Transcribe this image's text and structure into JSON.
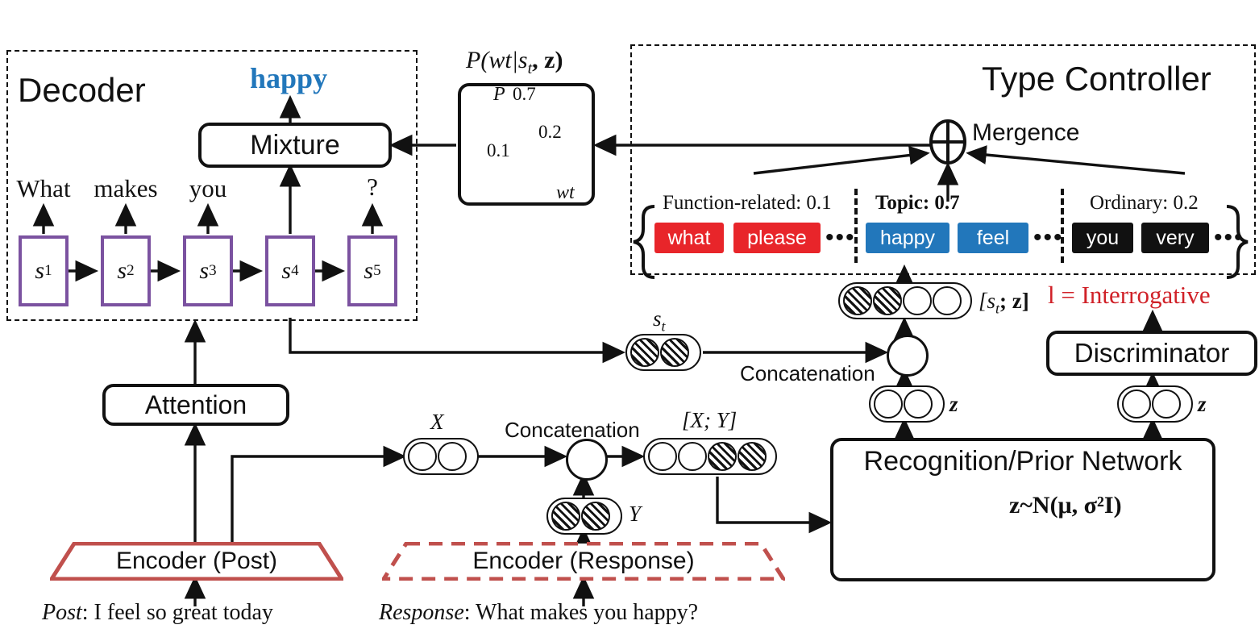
{
  "regions": {
    "decoder": {
      "title": "Decoder"
    },
    "type_controller": {
      "title": "Type Controller"
    }
  },
  "decoder": {
    "output_word": "happy",
    "mixture_label": "Mixture",
    "attention_label": "Attention",
    "cells": [
      {
        "label": "s",
        "sub": "1",
        "emit": "What"
      },
      {
        "label": "s",
        "sub": "2",
        "emit": "makes"
      },
      {
        "label": "s",
        "sub": "3",
        "emit": "you"
      },
      {
        "label": "s",
        "sub": "4",
        "emit": ""
      },
      {
        "label": "s",
        "sub": "5",
        "emit": "?"
      }
    ]
  },
  "prob_box": {
    "title": "P(wt|s",
    "title_sub": "t",
    "title_tail": ", z)",
    "y_axis": "P",
    "x_axis": "wt"
  },
  "chart_data": {
    "type": "bar",
    "title": "P(wt|s_t, z)",
    "categories": [
      "Function-related",
      "Topic",
      "Ordinary"
    ],
    "values": [
      0.1,
      0.7,
      0.2
    ],
    "labels": [
      "0.1",
      "0.7",
      "0.2"
    ],
    "colors": [
      "#e8252a",
      "#2277bb",
      "#111111"
    ],
    "xlabel": "wt",
    "ylabel": "P",
    "ylim": [
      0,
      0.8
    ],
    "grid": false,
    "legend": false
  },
  "type_controller": {
    "mergence_label": "Mergence",
    "mergence_symbol": "circled-plus",
    "groups": [
      {
        "title": "Function-related: 0.1",
        "bold": false,
        "color": "#e8252a",
        "words": [
          "what",
          "please"
        ],
        "ellipsis": "•••"
      },
      {
        "title": "Topic: 0.7",
        "bold": true,
        "color": "#2277bb",
        "words": [
          "happy",
          "feel"
        ],
        "ellipsis": "•••"
      },
      {
        "title": "Ordinary: 0.2",
        "bold": false,
        "color": "#111111",
        "words": [
          "you",
          "very"
        ],
        "ellipsis": "•••"
      }
    ]
  },
  "vectors": {
    "st": {
      "label": "s",
      "sub": "t",
      "nodes": [
        "hatch",
        "hatch"
      ]
    },
    "st_z": {
      "label": "[s",
      "sub": "t",
      "tail": "; z]",
      "nodes": [
        "hatch",
        "hatch",
        "empty",
        "empty"
      ]
    },
    "z_left": {
      "label": "z",
      "nodes": [
        "empty",
        "empty"
      ]
    },
    "z_right": {
      "label": "z",
      "nodes": [
        "empty",
        "empty"
      ]
    },
    "x": {
      "label": "X",
      "nodes": [
        "empty",
        "empty"
      ]
    },
    "y": {
      "label": "Y",
      "nodes": [
        "hatch",
        "hatch"
      ]
    },
    "xy": {
      "label": "[X; Y]",
      "nodes": [
        "empty",
        "empty",
        "hatch",
        "hatch"
      ]
    }
  },
  "labels": {
    "concat_top": "Concatenation",
    "concat_mid": "Concatenation",
    "discriminator": "Discriminator",
    "discriminator_output": "l = Interrogative",
    "recognition_network": "Recognition/Prior Network",
    "gaussian_formula": "z~N(μ, σ²I)"
  },
  "encoders": {
    "post": {
      "label": "Encoder (Post)",
      "border": "solid",
      "color": "#c0504d"
    },
    "response": {
      "label": "Encoder (Response)",
      "border": "dashed",
      "color": "#c0504d"
    }
  },
  "captions": {
    "post": {
      "prefix": "Post",
      "text": ": I feel so great today"
    },
    "response": {
      "prefix": "Response",
      "text": ": What makes you happy?"
    }
  },
  "colors": {
    "purple": "#7b52a0",
    "red": "#e8252a",
    "blue": "#2277bb",
    "black": "#111111",
    "encoder_red": "#c0504d",
    "gaussian": "#c062b0",
    "discriminator_red": "#d02128"
  }
}
